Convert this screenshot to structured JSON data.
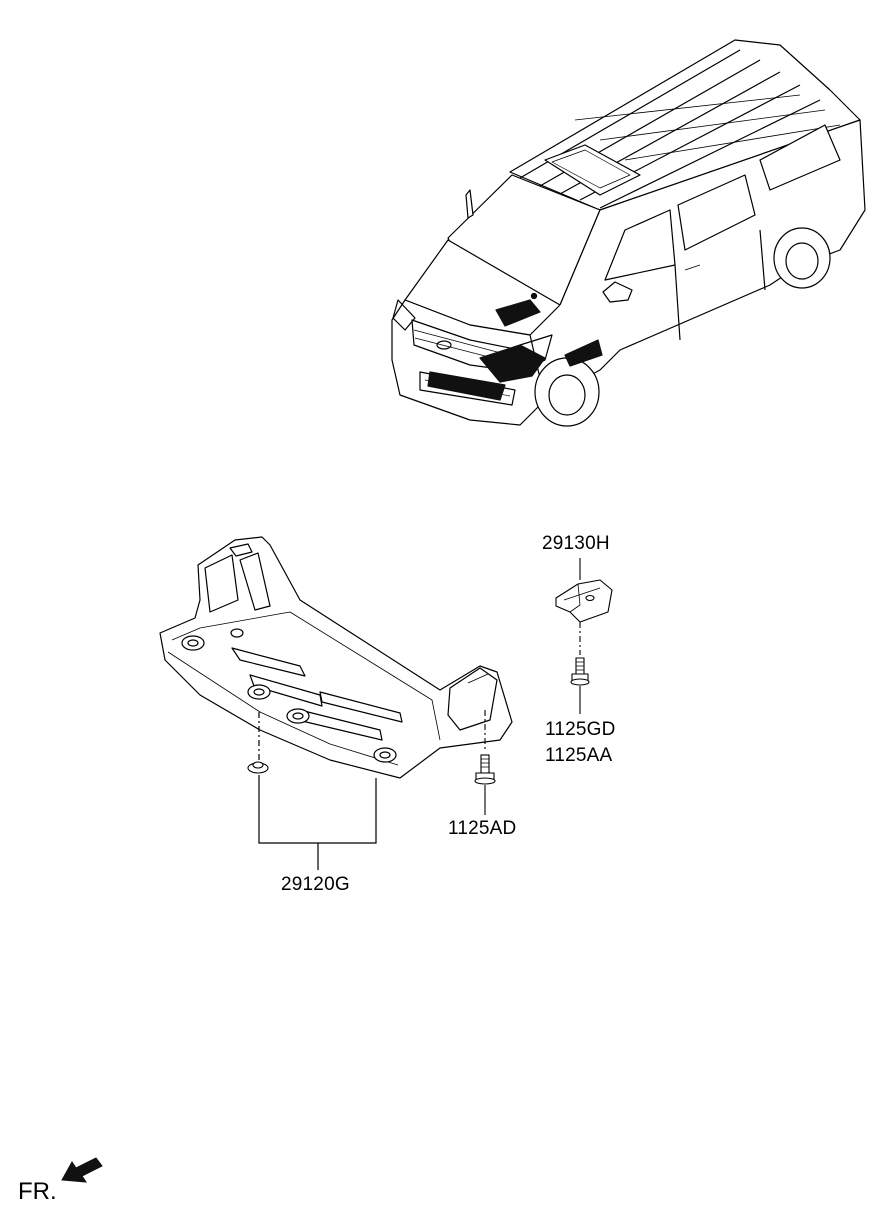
{
  "diagram": {
    "labels": {
      "under_cover": "29120G",
      "bracket": "29130H",
      "bolt_left": "1125AD",
      "bolt_right_1": "1125GD",
      "bolt_right_2": "1125AA"
    },
    "direction": {
      "text": "FR.",
      "icon": "front-direction-arrow-icon"
    }
  },
  "colors": {
    "line": "#000000",
    "background": "#ffffff",
    "shaded_panel": "#111111"
  }
}
